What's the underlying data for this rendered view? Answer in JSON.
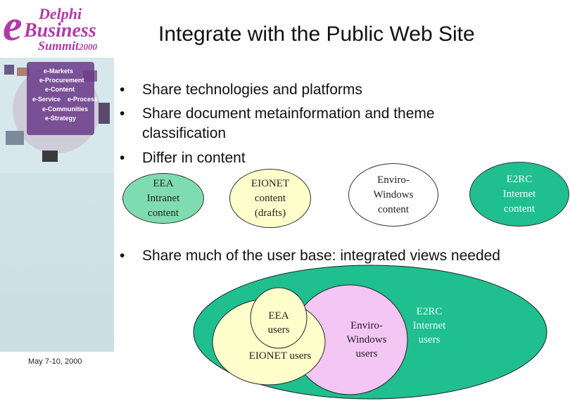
{
  "title": "Integrate with the Public Web Site",
  "logo": {
    "line1": "Delphi",
    "line2": "Business",
    "line3": "Summit",
    "year": "2000",
    "e_letter": "e"
  },
  "sidebar": {
    "collage_items": [
      "e-Markets",
      "e-Procurement",
      "e-Content",
      "e-Service",
      "e-Process",
      "e-Communities",
      "e-Strategy"
    ],
    "date": "May 7-10, 2000"
  },
  "bullets": [
    "Share technologies and platforms",
    "Share document metainformation and theme",
    "classification",
    "Differ in content",
    "Share much of the user base: integrated views needed"
  ],
  "content_ovals": [
    {
      "label": "EEA\nIntranet\ncontent",
      "color": "#7fdcb0"
    },
    {
      "label": "EIONET\ncontent\n(drafts)",
      "color": "#ffffcc"
    },
    {
      "label": "Enviro-\nWindows\ncontent",
      "color": "#ffffff"
    },
    {
      "label": "E2RC\nInternet\ncontent",
      "color": "#1fbf8f"
    }
  ],
  "venn": {
    "e2rc": {
      "label": "E2RC\nInternet\nusers",
      "color": "#1fbf8f"
    },
    "enviro": {
      "label": "Enviro-\nWindows\nusers",
      "color": "#f4c6f4"
    },
    "eionet": {
      "label": "EIONET users",
      "color": "#ffffcc"
    },
    "eea": {
      "label": "EEA\nusers",
      "color": "#ffffcc"
    }
  }
}
